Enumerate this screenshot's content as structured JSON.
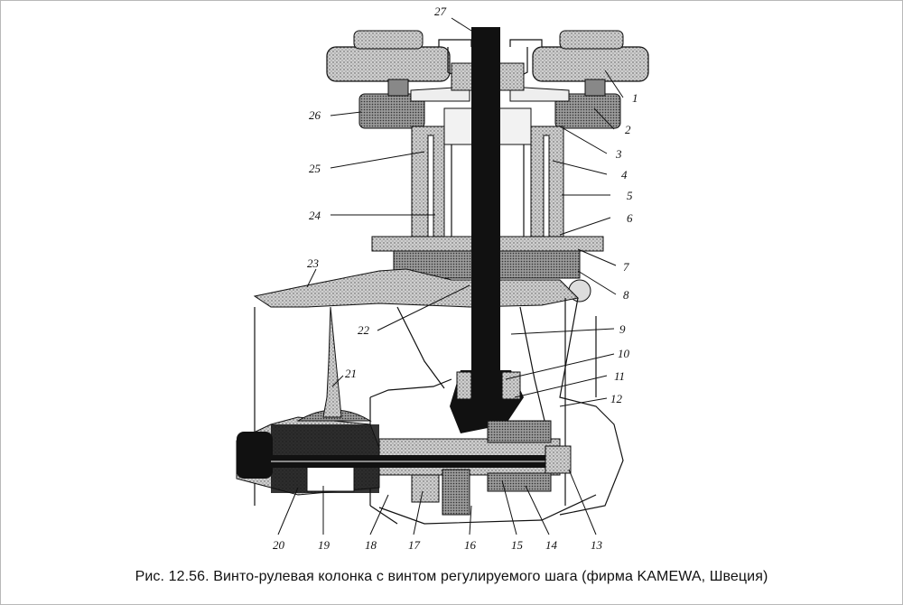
{
  "figure": {
    "caption": "Рис. 12.56. Винто-рулевая колонка с винтом регулируемого шага (фирма KAMEWA, Швеция)",
    "labels": [
      "27",
      "1",
      "2",
      "3",
      "4",
      "5",
      "6",
      "7",
      "8",
      "9",
      "10",
      "11",
      "12",
      "13",
      "14",
      "15",
      "16",
      "17",
      "18",
      "19",
      "20",
      "21",
      "22",
      "23",
      "24",
      "25",
      "26"
    ]
  }
}
